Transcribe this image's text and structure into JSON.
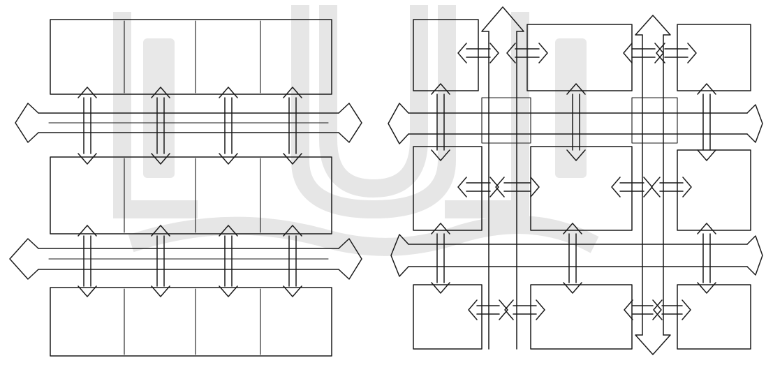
{
  "figure": {
    "panels": [
      {
        "name": "grid-plan"
      },
      {
        "name": "cluster-plan"
      }
    ],
    "watermark": {
      "icon": "university-emblem-watermark",
      "color": "#e6e6e6"
    },
    "colors": {
      "ink": "#1a1a1a",
      "paper": "#ffffff"
    }
  }
}
